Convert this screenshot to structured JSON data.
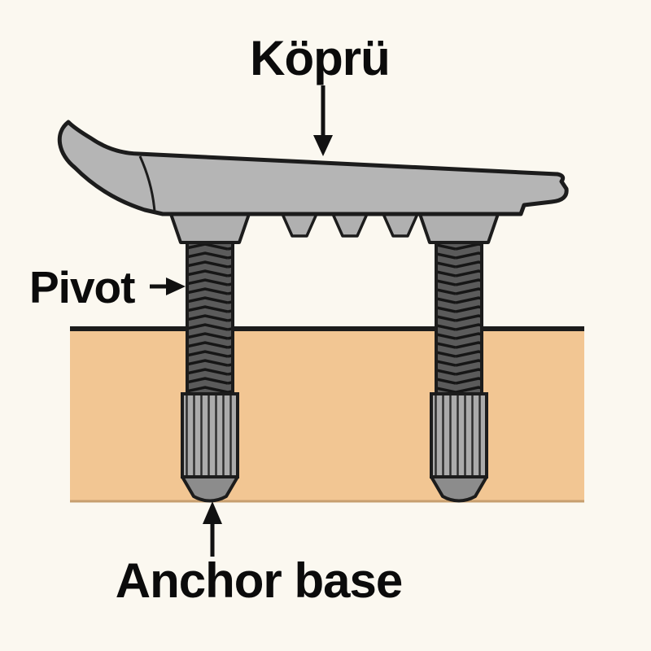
{
  "labels": {
    "bridge": "Köprü",
    "pivot": "Pivot",
    "anchor_base": "Anchor base"
  },
  "colors": {
    "background": "#FBF8F0",
    "ground": "#F2C693",
    "ground_bottom_edge": "#C79F6F",
    "bridge_gray": "#B5B5B5",
    "collar_gray": "#B0B0B0",
    "tooth_gray": "#B0B0B0",
    "thread_dark": "#5B5B5B",
    "sleeve_gray": "#ABABAB",
    "tip_gray": "#8C8C8C",
    "outline": "#1C1C1C",
    "label_text": "#0B0B0B",
    "arrow": "#111111"
  }
}
